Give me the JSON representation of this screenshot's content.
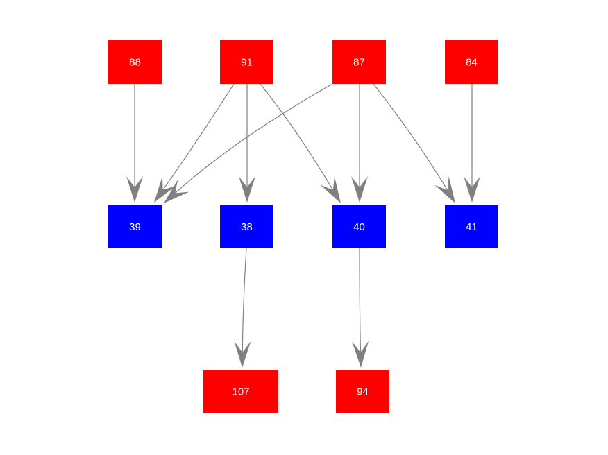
{
  "colors": {
    "background": "#ffffff",
    "red_node": "#ff0000",
    "blue_node": "#0000ff",
    "edge": "#808080",
    "label": "#ffffff"
  },
  "nodes": [
    {
      "id": "n88",
      "label": "88",
      "color": "red"
    },
    {
      "id": "n91",
      "label": "91",
      "color": "red"
    },
    {
      "id": "n87",
      "label": "87",
      "color": "red"
    },
    {
      "id": "n84",
      "label": "84",
      "color": "red"
    },
    {
      "id": "n39",
      "label": "39",
      "color": "blue"
    },
    {
      "id": "n38",
      "label": "38",
      "color": "blue"
    },
    {
      "id": "n40",
      "label": "40",
      "color": "blue"
    },
    {
      "id": "n41",
      "label": "41",
      "color": "blue"
    },
    {
      "id": "n107",
      "label": "107",
      "color": "red"
    },
    {
      "id": "n94",
      "label": "94",
      "color": "red"
    }
  ],
  "edges": [
    {
      "from": "n88",
      "to": "n39"
    },
    {
      "from": "n91",
      "to": "n39"
    },
    {
      "from": "n91",
      "to": "n38"
    },
    {
      "from": "n91",
      "to": "n40"
    },
    {
      "from": "n87",
      "to": "n39"
    },
    {
      "from": "n87",
      "to": "n40"
    },
    {
      "from": "n87",
      "to": "n41"
    },
    {
      "from": "n84",
      "to": "n41"
    },
    {
      "from": "n38",
      "to": "n107"
    },
    {
      "from": "n40",
      "to": "n94"
    }
  ]
}
